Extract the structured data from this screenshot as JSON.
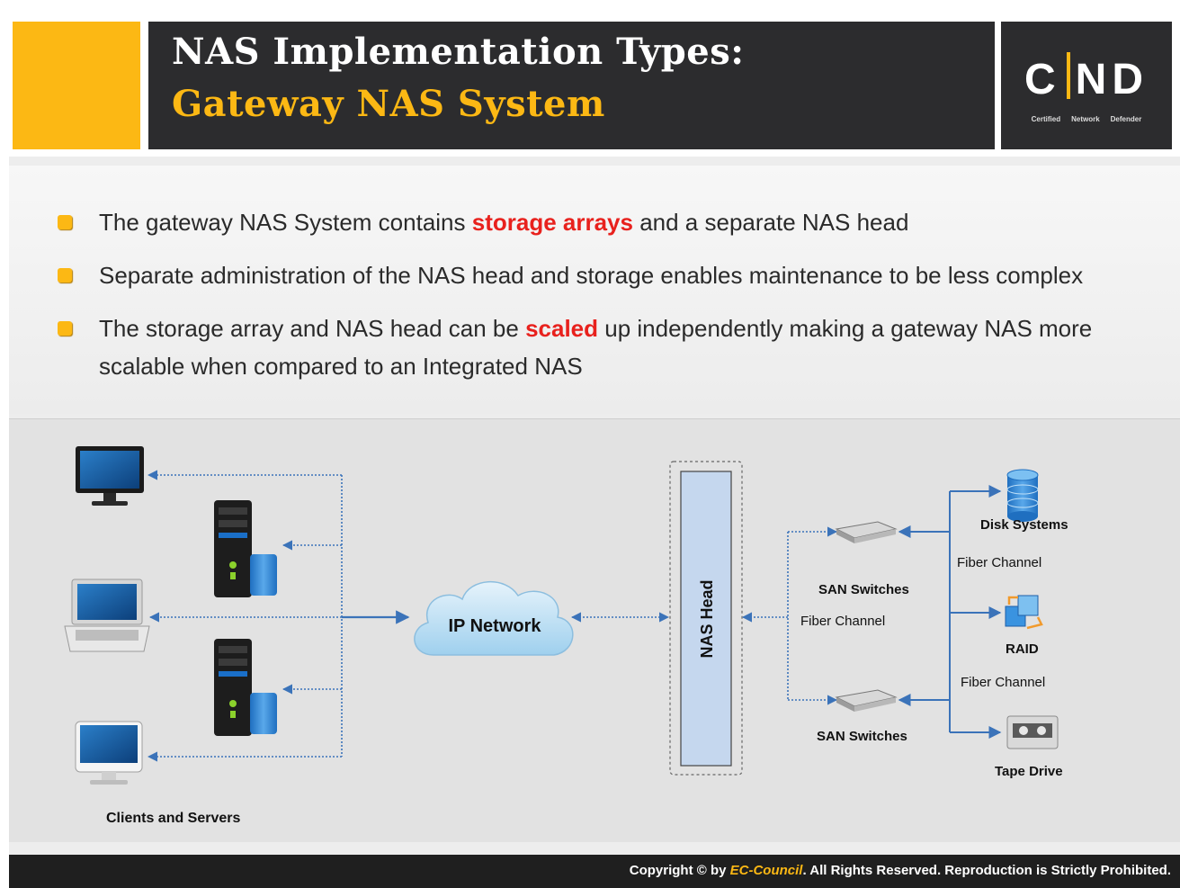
{
  "header": {
    "title_line1": "NAS Implementation Types:",
    "title_line2": "Gateway NAS System",
    "logo": {
      "letters_left": "C",
      "letters_right": "ND",
      "sub_certified": "Certified",
      "sub_network": "Network",
      "sub_defender": "Defender"
    }
  },
  "bullets": [
    {
      "before": "The gateway NAS System contains ",
      "highlight": "storage arrays",
      "after": " and a separate NAS head"
    },
    {
      "before": "Separate administration of the NAS head and storage enables maintenance to be less complex",
      "highlight": "",
      "after": ""
    },
    {
      "before": "The storage array and NAS head can be ",
      "highlight": "scaled",
      "after": " up independently making a gateway NAS more scalable when compared to an Integrated NAS"
    }
  ],
  "diagram": {
    "clients_label": "Clients and Servers",
    "ip_network_label": "IP Network",
    "nas_head_label": "NAS Head",
    "san_switch_top_label": "SAN Switches",
    "san_switch_bottom_label": "SAN Switches",
    "fiber_left_label": "Fiber Channel",
    "fiber_right_top_label": "Fiber Channel",
    "fiber_right_bottom_label": "Fiber Channel",
    "disk_label": "Disk Systems",
    "raid_label": "RAID",
    "tape_label": "Tape Drive"
  },
  "footer": {
    "prefix": "Copyright © by ",
    "brand": "EC-Council",
    "suffix": ". All Rights Reserved. Reproduction is Strictly Prohibited."
  },
  "colors": {
    "accent_yellow": "#fcb814",
    "header_dark": "#2c2c2e",
    "highlight_red": "#e8211d",
    "line_blue": "#3b73b9",
    "footer_dark": "#1f1f1f"
  }
}
